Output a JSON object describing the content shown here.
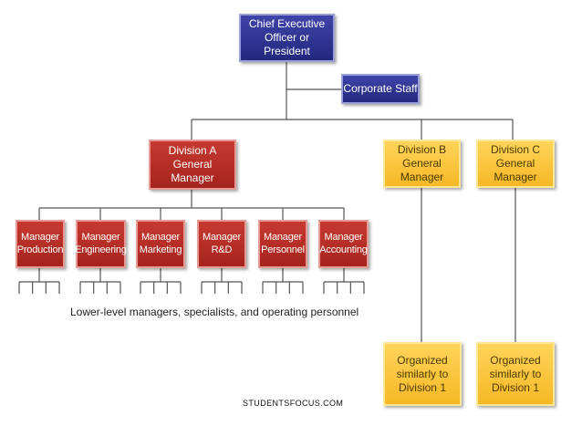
{
  "ceo": "Chief Executive\nOfficer or President",
  "corporate_staff": "Corporate Staff",
  "division_a": "Division A\nGeneral Manager",
  "division_b": "Division B\nGeneral Manager",
  "division_c": "Division C\nGeneral Manager",
  "managers": [
    "Manager\nProduction",
    "Manager\nEngineering",
    "Manager\nMarketing",
    "Manager\nR&D",
    "Manager\nPersonnel",
    "Manager\nAccounting"
  ],
  "lower_level_note": "Lower-level managers, specialists, and operating personnel",
  "organized_b": "Organized\nsimilarly to\nDivision 1",
  "organized_c": "Organized\nsimilarly to\nDivision 1",
  "footer": "STUDENTSFOCUS.COM",
  "colors": {
    "blue": "#2a2f8a",
    "red": "#b52b24",
    "yellow": "#f8c23a",
    "line": "#555555"
  }
}
